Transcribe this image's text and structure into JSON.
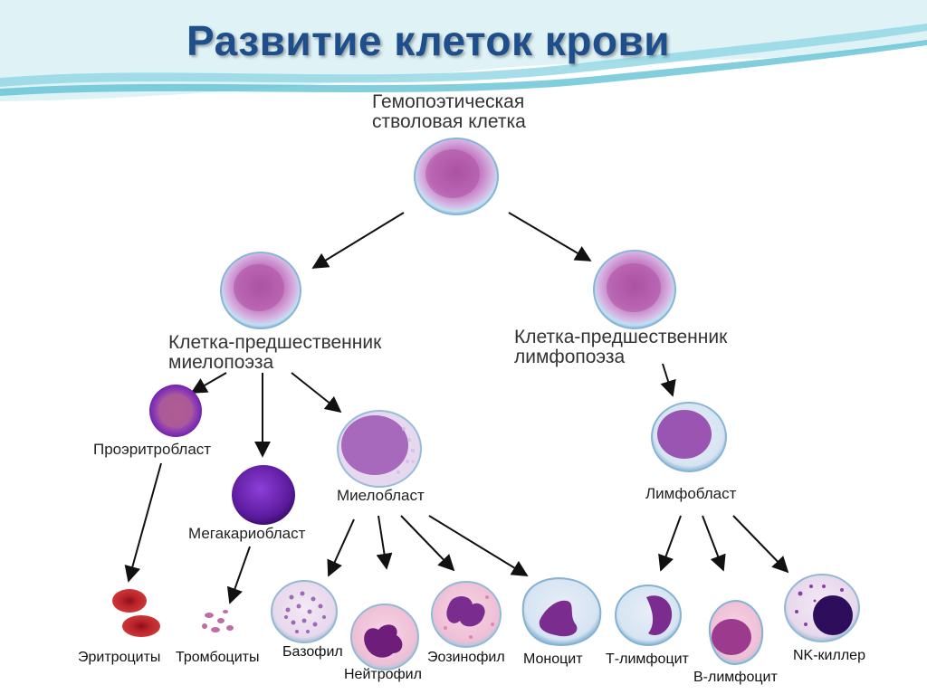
{
  "title": "Развитие клеток крови",
  "colors": {
    "title": "#1f4e8c",
    "banner_wave": "#5fc6d8",
    "cell_membrane": "#b9d8ec",
    "cell_cytoplasm": "#c79fd6",
    "nucleus": "#7a2d8f",
    "erythrocyte": "#c0262b"
  },
  "nodes": {
    "hsc_line1": "Гемопоэтическая",
    "hsc_line2": "стволовая клетка",
    "myeloid_line1": "Клетка-предшественник",
    "myeloid_line2": "миелопоэза",
    "lymphoid_line1": "Клетка-предшественник",
    "lymphoid_line2": "лимфопоэза",
    "proerythroblast": "Проэритробласт",
    "megakaryoblast": "Мегакариобласт",
    "myeloblast": "Миелобласт",
    "lymphoblast": "Лимфобласт",
    "erythrocytes": "Эритроциты",
    "platelets": "Тромбоциты",
    "basophil": "Базофил",
    "neutrophil": "Нейтрофил",
    "eosinophil": "Эозинофил",
    "monocyte": "Моноцит",
    "t_lymphocyte": "Т-лимфоцит",
    "b_lymphocyte": "В-лимфоцит",
    "nk_killer": "NK-киллер"
  }
}
